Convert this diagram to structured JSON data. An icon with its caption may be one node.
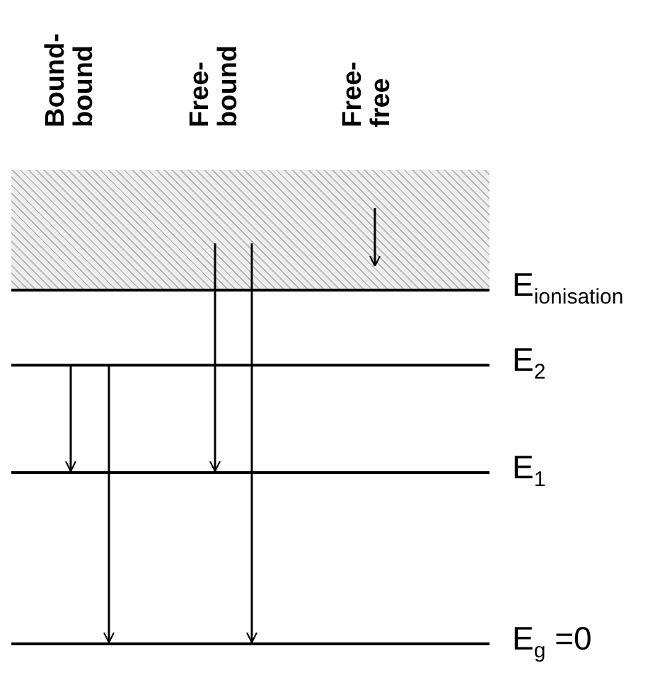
{
  "diagram": {
    "nodes": [
      {
        "text": [],
        "shape": "box"
      },
      {
        "text": [
          "E$_{ionisation}$"
        ]
      },
      {
        "text": [
          "E$_{2}$"
        ]
      },
      {
        "text": [
          "E$_{1}$"
        ]
      },
      {
        "text": [
          "E$_{g}$ =0"
        ]
      }
    ],
    "edges": [
      {
        "from": 2,
        "to": 3,
        "arrow": "to"
      },
      {
        "from": 2,
        "to": 4,
        "arrow": "to"
      },
      {
        "from": 0,
        "to": 3,
        "arrow": "to"
      },
      {
        "from": 0,
        "to": 4,
        "arrow": "to"
      },
      {
        "from": null,
        "to": 0,
        "arrow": "to"
      }
    ],
    "labels": [
      "Bound- bound",
      "Free- bound",
      "Free- free"
    ]
  }
}
